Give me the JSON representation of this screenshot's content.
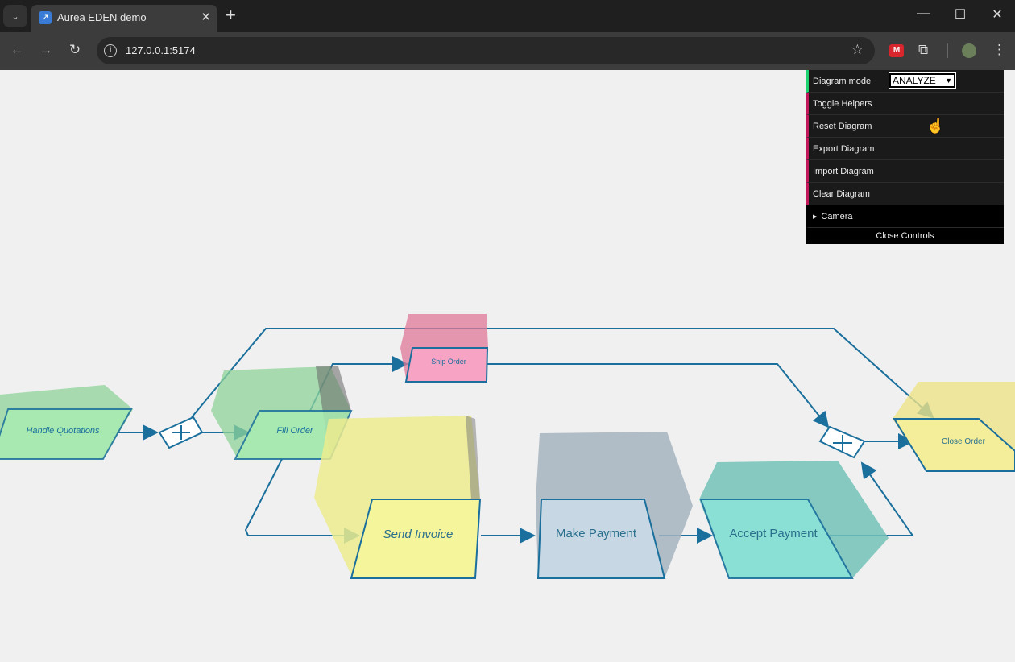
{
  "browser": {
    "tab_title": "Aurea EDEN demo",
    "url": "127.0.0.1:5174"
  },
  "controls": {
    "mode_label": "Diagram mode",
    "mode_value": "ANALYZE",
    "toggle_helpers": "Toggle Helpers",
    "reset": "Reset Diagram",
    "export": "Export Diagram",
    "import": "Import Diagram",
    "clear": "Clear Diagram",
    "camera": "Camera",
    "close": "Close Controls"
  },
  "diagram": {
    "tasks": [
      {
        "label": "Handle Quotations",
        "color": "#9fe0a8"
      },
      {
        "label": "Fill Order",
        "color": "#9fe0a8"
      },
      {
        "label": "Ship Order",
        "color": "#f28fb3"
      },
      {
        "label": "Send Invoice",
        "color": "#f0ef9a"
      },
      {
        "label": "Make Payment",
        "color": "#b6c9d6"
      },
      {
        "label": "Accept Payment",
        "color": "#7fd6cc"
      },
      {
        "label": "Close Order",
        "color": "#f0e68c"
      }
    ],
    "flow_color": "#1a6f9c"
  }
}
